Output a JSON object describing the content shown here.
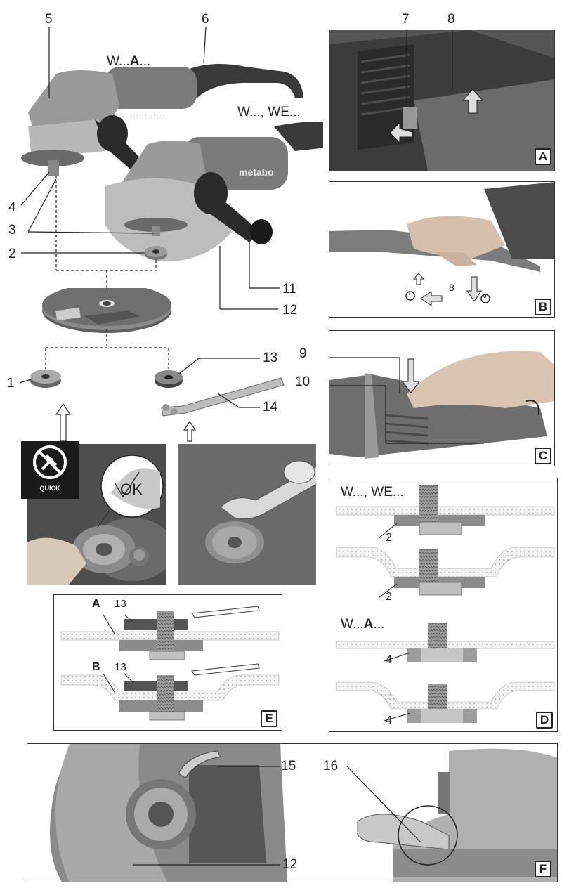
{
  "models": {
    "wa": {
      "prefix": "W...",
      "bold": "A",
      "suffix": "..."
    },
    "wwe": "W..., WE..."
  },
  "callouts": {
    "n1": "1",
    "n2": "2",
    "n3": "3",
    "n4": "4",
    "n5": "5",
    "n6": "6",
    "n7": "7",
    "n8": "8",
    "n9": "9",
    "n10": "10",
    "n11": "11",
    "n12": "12",
    "n13": "13",
    "n14": "14",
    "n15": "15",
    "n16": "16"
  },
  "panels": {
    "a": "A",
    "b": "B",
    "c": "C",
    "d": "D",
    "e": "E",
    "f": "F"
  },
  "panel_b": {
    "on_symbol": "I",
    "off_symbol": "0",
    "callout": "8"
  },
  "quick": {
    "label": "QUICK",
    "ok": "OK"
  },
  "panel_d": {
    "top_model": "W..., WE...",
    "bottom_model": {
      "prefix": "W...",
      "bold": "A",
      "suffix": "..."
    },
    "callout_top1": "2",
    "callout_top2": "2",
    "callout_bot1": "4",
    "callout_bot2": "4"
  },
  "panel_e": {
    "label_a": "A",
    "label_b": "B",
    "callout_a": "13",
    "callout_b": "13"
  },
  "brand": "metabo"
}
